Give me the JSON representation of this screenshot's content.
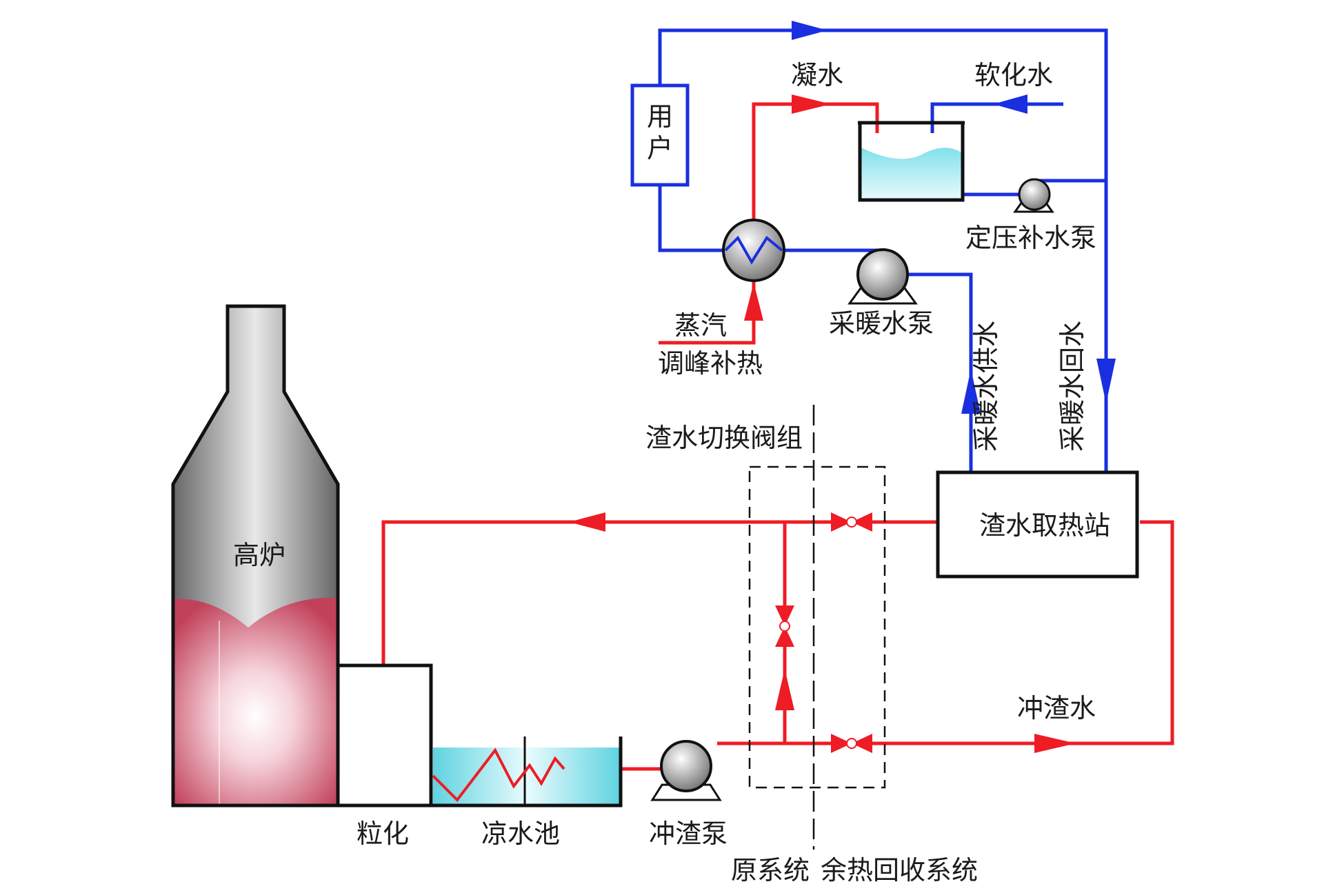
{
  "labels": {
    "user": "用户",
    "condensate": "凝水",
    "softened_water": "软化水",
    "makeup_pump": "定压补水泵",
    "steam": "蒸汽",
    "peak_heating": "调峰补热",
    "heating_pump": "采暖水泵",
    "supply_water": "采暖水供水",
    "return_water": "采暖水回水",
    "valve_group": "渣水切换阀组",
    "heat_station": "渣水取热站",
    "furnace": "高炉",
    "flush_water": "冲渣水",
    "granulation": "粒化",
    "cooling_pool": "凉水池",
    "flush_pump": "冲渣泵",
    "original_system": "原系统",
    "recovery_system": "余热回收系统"
  },
  "colors": {
    "hot_line": "#ee1c25",
    "cold_line": "#1a2fe0",
    "water": "#7fe0ea"
  }
}
